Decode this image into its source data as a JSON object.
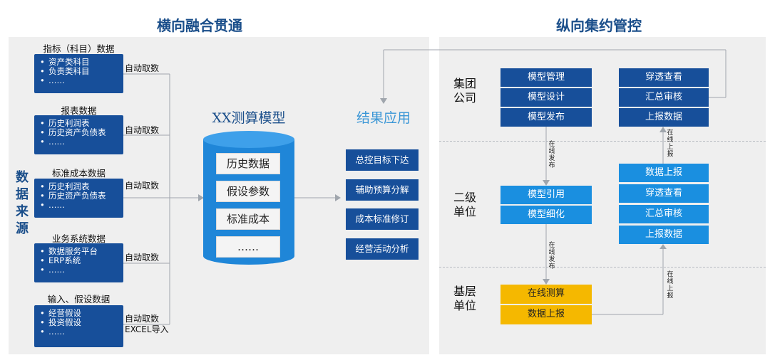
{
  "left": {
    "title": "横向融合贯通",
    "side_title": [
      "数",
      "据",
      "来",
      "源"
    ],
    "sources": [
      {
        "label": "指标（科目）数据",
        "items": [
          "资产类科目",
          "负责类科目",
          "……"
        ],
        "auto": "自动取数"
      },
      {
        "label": "报表数据",
        "items": [
          "历史利润表",
          "历史资产负债表",
          "……"
        ],
        "auto": "自动取数"
      },
      {
        "label": "标准成本数据",
        "items": [
          "历史利润表",
          "历史资产负债表",
          "……"
        ],
        "auto": "自动取数"
      },
      {
        "label": "业务系统数据",
        "items": [
          "数据服务平台",
          "ERP系统",
          "……"
        ],
        "auto": "自动取数"
      },
      {
        "label": "输入、假设数据",
        "items": [
          "经营假设",
          "投资假设",
          "……"
        ],
        "auto": "自动取数\nEXCEL导入"
      }
    ],
    "model": {
      "title": "XX测算模型",
      "items": [
        "历史数据",
        "假设参数",
        "标准成本",
        "……"
      ]
    },
    "results": {
      "title": "结果应用",
      "items": [
        "总控目标下达",
        "辅助预算分解",
        "成本标准修订",
        "经营活动分析"
      ]
    }
  },
  "right": {
    "title": "纵向集约管控",
    "tiers": [
      "集团\n公司",
      "二级\n单位",
      "基层\n单位"
    ],
    "group_left": [
      "模型管理",
      "模型设计",
      "模型发布"
    ],
    "group_right": [
      "穿透查看",
      "汇总审核",
      "上报数据"
    ],
    "second_left": [
      "模型引用",
      "模型细化"
    ],
    "second_right": [
      "数据上报",
      "穿透查看",
      "汇总审核",
      "上报数据"
    ],
    "base_left": [
      "在线测算",
      "数据上报"
    ],
    "online_publish": "在线发布",
    "online_report": "在线上报"
  }
}
